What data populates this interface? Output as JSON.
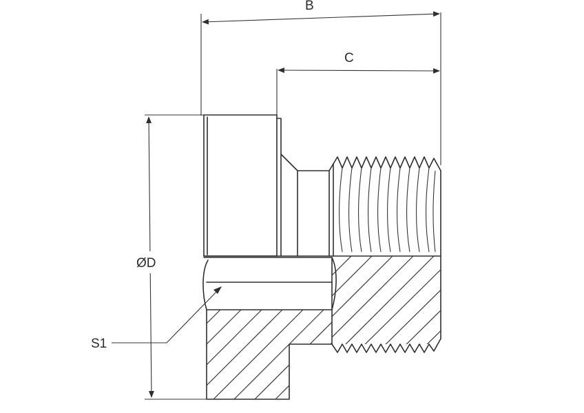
{
  "diagram": {
    "labels": {
      "overall_length": "B",
      "thread_length": "C",
      "diameter": "ØD",
      "seal": "S1"
    },
    "colors": {
      "ink": "#2e2e2e",
      "paper": "#ffffff"
    }
  }
}
